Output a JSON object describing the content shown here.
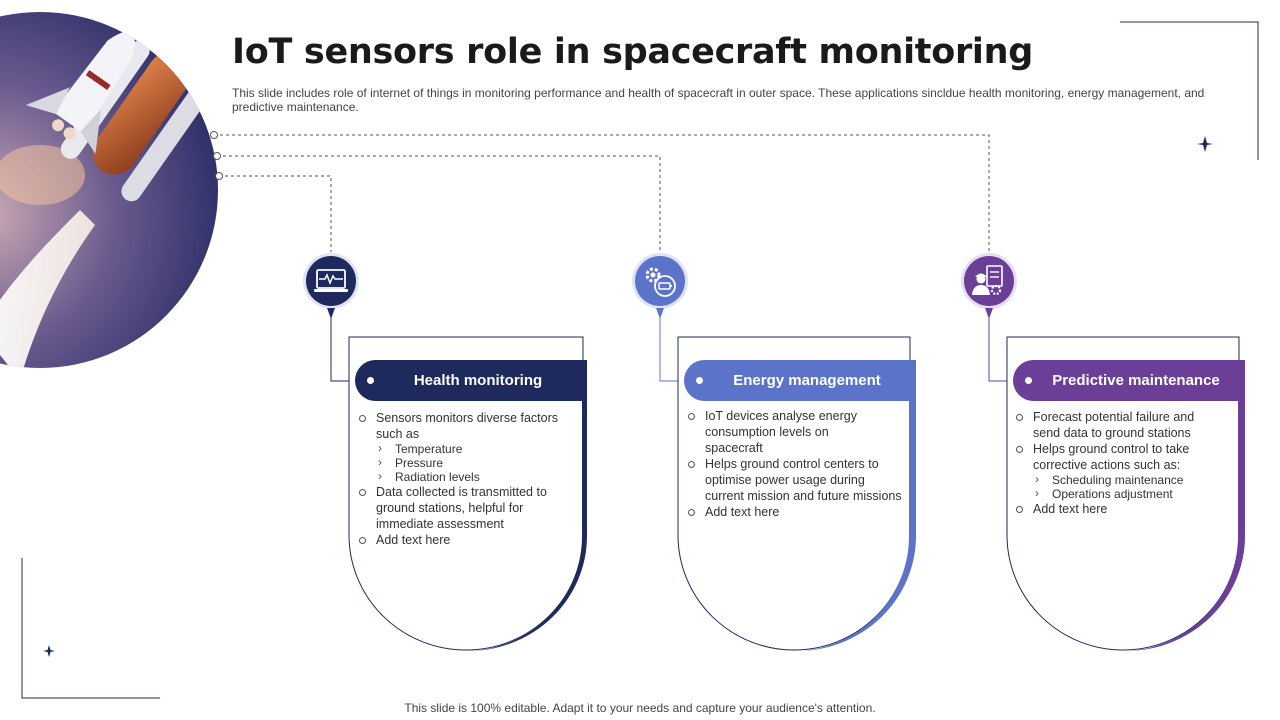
{
  "slide": {
    "title": "IoT sensors role in spacecraft monitoring",
    "subtitle": "This slide includes role of internet of things in monitoring performance and health of spacecraft in outer space. These applications sincldue health monitoring, energy management, and predictive maintenance.",
    "footer": "This slide is 100% editable. Adapt it to your needs and capture your audience's attention."
  },
  "colors": {
    "health": "#1e2a5e",
    "energy": "#5b74c9",
    "predictive": "#6b3f98"
  },
  "cards": [
    {
      "id": "health",
      "icon": "monitor-heartbeat-icon",
      "header": "Health monitoring",
      "bullets": [
        {
          "text": "Sensors monitors diverse factors such as",
          "sub": [
            "Temperature",
            "Pressure",
            "Radiation levels"
          ]
        },
        {
          "text": "Data collected is transmitted to ground stations, helpful for immediate assessment",
          "sub": []
        },
        {
          "text": "Add text here",
          "sub": []
        }
      ]
    },
    {
      "id": "energy",
      "icon": "gear-battery-icon",
      "header": "Energy management",
      "bullets": [
        {
          "text": "IoT devices analyse energy consumption levels on spacecraft",
          "sub": []
        },
        {
          "text": "Helps ground control centers to optimise power usage during current mission and future missions",
          "sub": []
        },
        {
          "text": "Add text here",
          "sub": []
        }
      ]
    },
    {
      "id": "predictive",
      "icon": "engineer-checklist-icon",
      "header": "Predictive maintenance",
      "bullets": [
        {
          "text": "Forecast potential failure and send data to ground stations",
          "sub": []
        },
        {
          "text": "Helps ground control to take corrective actions such as:",
          "sub": [
            "Scheduling maintenance",
            "Operations adjustment"
          ]
        },
        {
          "text": "Add text here",
          "sub": []
        }
      ]
    }
  ]
}
